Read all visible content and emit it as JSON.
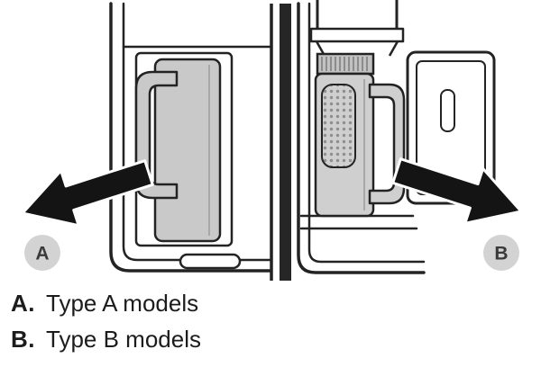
{
  "figure": {
    "badge_a": "A",
    "badge_b": "B"
  },
  "legend": {
    "items": [
      {
        "key": "A.",
        "label": "Type A models"
      },
      {
        "key": "B.",
        "label": "Type B models"
      }
    ]
  },
  "colors": {
    "arrow": "#141414",
    "badge_bg": "#d3d3d3",
    "badge_text": "#3a3a3a",
    "filter_fill": "#c9c9c9",
    "line": "#232323"
  }
}
